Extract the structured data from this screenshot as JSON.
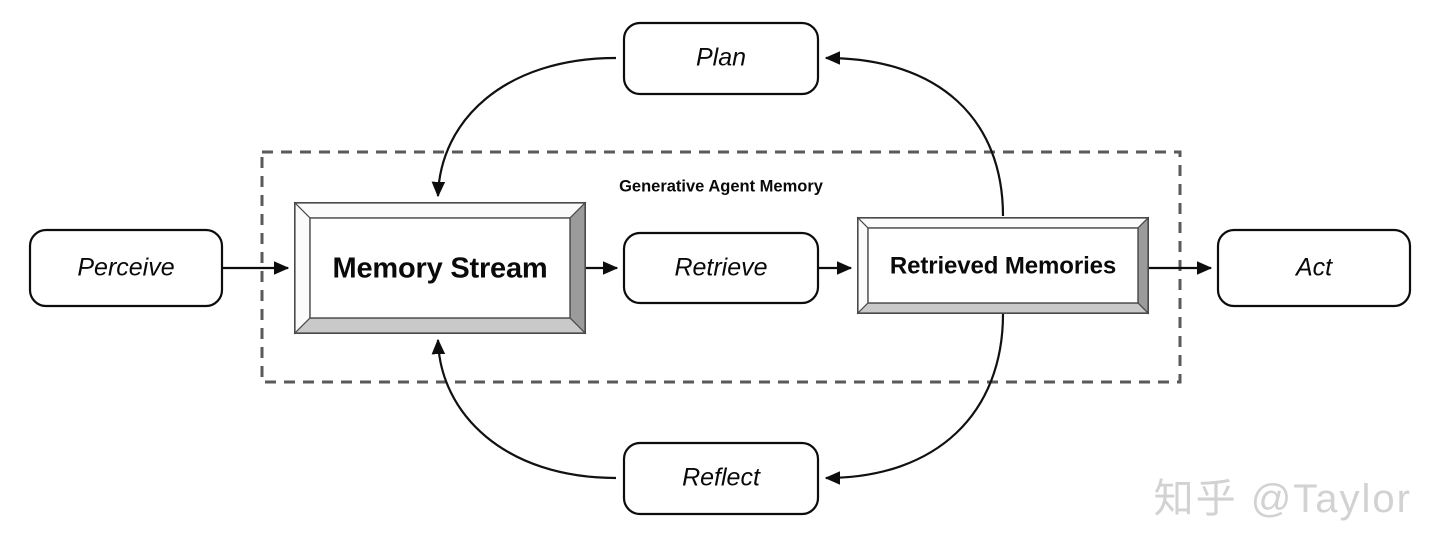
{
  "diagram": {
    "title": "Generative Agent Memory",
    "group_box": {
      "label": "Generative Agent Memory"
    },
    "nodes": {
      "perceive": {
        "label": "Perceive",
        "style": "rounded",
        "emphasis": "italic"
      },
      "memory_stream": {
        "label": "Memory Stream",
        "style": "beveled-frame",
        "emphasis": "bold"
      },
      "retrieve": {
        "label": "Retrieve",
        "style": "rounded",
        "emphasis": "italic"
      },
      "retrieved_memories": {
        "label": "Retrieved Memories",
        "style": "beveled-frame",
        "emphasis": "bold"
      },
      "act": {
        "label": "Act",
        "style": "rounded",
        "emphasis": "italic"
      },
      "plan": {
        "label": "Plan",
        "style": "rounded",
        "emphasis": "italic"
      },
      "reflect": {
        "label": "Reflect",
        "style": "rounded",
        "emphasis": "italic"
      }
    },
    "edges": [
      {
        "from": "Perceive",
        "to": "Memory Stream",
        "shape": "straight"
      },
      {
        "from": "Memory Stream",
        "to": "Retrieve",
        "shape": "straight"
      },
      {
        "from": "Retrieve",
        "to": "Retrieved Memories",
        "shape": "straight"
      },
      {
        "from": "Retrieved Memories",
        "to": "Act",
        "shape": "straight"
      },
      {
        "from": "Retrieved Memories",
        "to": "Plan",
        "shape": "curved"
      },
      {
        "from": "Plan",
        "to": "Memory Stream",
        "shape": "curved"
      },
      {
        "from": "Retrieved Memories",
        "to": "Reflect",
        "shape": "curved"
      },
      {
        "from": "Reflect",
        "to": "Memory Stream",
        "shape": "curved"
      }
    ],
    "colors": {
      "stroke": "#0d0d0d",
      "dashed_border": "#5a5a5a",
      "bevel_dark": "#9b9b9b",
      "bevel_mid": "#c9c9c9",
      "background": "#ffffff",
      "watermark": "#d2d2d2"
    }
  },
  "watermark": {
    "text": "知乎 @Taylor"
  }
}
